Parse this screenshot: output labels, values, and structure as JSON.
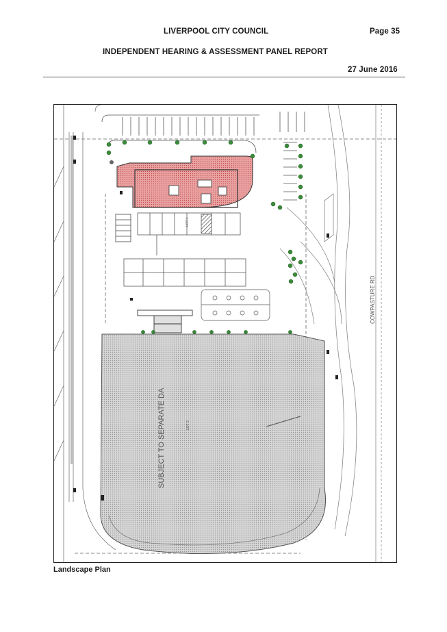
{
  "header": {
    "council": "LIVERPOOL CITY COUNCIL",
    "page": "Page 35",
    "report_title": "INDEPENDENT HEARING & ASSESSMENT PANEL REPORT",
    "date": "27 June 2016"
  },
  "plan": {
    "road_label": "COWPASTURE RD",
    "lot2_note": "SUBJECT TO SEPARATE DA",
    "lot2_label": "LOT 2",
    "lot1_label": "LOT 1",
    "building_fill": "#e88a8a",
    "lot2_fill": "#c8c8c8",
    "tree_color": "#3a8a3a"
  },
  "caption": "Landscape Plan"
}
